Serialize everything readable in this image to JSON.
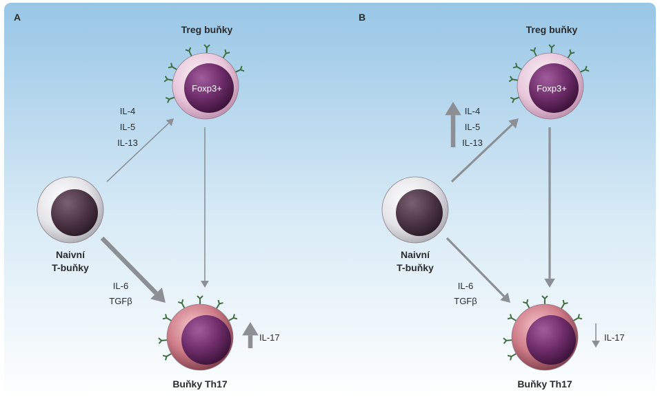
{
  "panels": [
    {
      "letter": "A",
      "treg": {
        "title": "Treg buňky",
        "nucleus_label": "Foxp3+"
      },
      "naive": {
        "title_line1": "Naivní",
        "title_line2": "T-buňky"
      },
      "th17": {
        "title": "Buňky Th17"
      },
      "cytokines_treg": [
        "IL-4",
        "IL-5",
        "IL-13"
      ],
      "cytokines_th17": [
        "IL-6",
        "TGFβ"
      ],
      "il17_label": "IL-17",
      "il17_direction": "up",
      "cytokine_up_arrow": false,
      "naive_to_treg_weight": "thin",
      "naive_to_th17_weight": "thick",
      "treg_to_th17_weight": "thin"
    },
    {
      "letter": "B",
      "treg": {
        "title": "Treg buňky",
        "nucleus_label": "Foxp3+"
      },
      "naive": {
        "title_line1": "Naivní",
        "title_line2": "T-buňky"
      },
      "th17": {
        "title": "Buňky Th17"
      },
      "cytokines_treg": [
        "IL-4",
        "IL-5",
        "IL-13"
      ],
      "cytokines_th17": [
        "IL-6",
        "TGFβ"
      ],
      "il17_label": "IL-17",
      "il17_direction": "down",
      "cytokine_up_arrow": true,
      "naive_to_treg_weight": "medium",
      "naive_to_th17_weight": "medium",
      "treg_to_th17_weight": "medium"
    }
  ],
  "colors": {
    "arrow": "#8c8f93",
    "background_top": "#9fcbe8",
    "background_bottom": "#ffffff"
  }
}
